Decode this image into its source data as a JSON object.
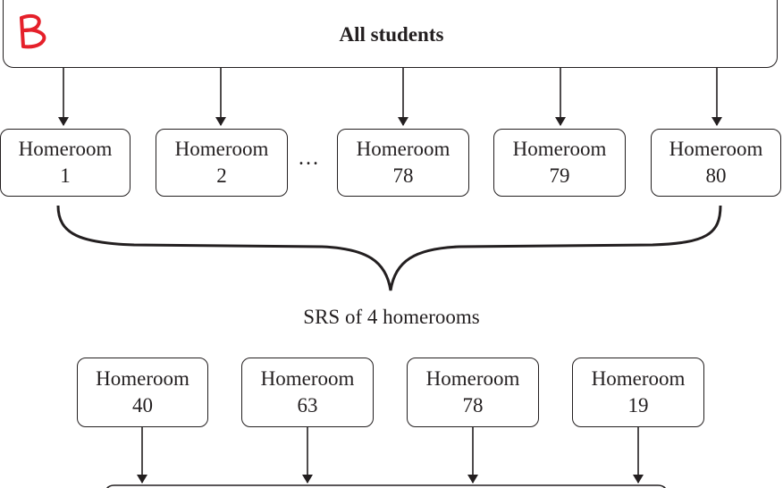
{
  "population": {
    "label": "All students"
  },
  "annotation": {
    "text": "B",
    "color": "#e5202a"
  },
  "homerooms": [
    {
      "line1": "Homeroom",
      "line2": "1"
    },
    {
      "line1": "Homeroom",
      "line2": "2"
    },
    {
      "line1": "Homeroom",
      "line2": "78"
    },
    {
      "line1": "Homeroom",
      "line2": "79"
    },
    {
      "line1": "Homeroom",
      "line2": "80"
    }
  ],
  "ellipsis": "…",
  "srs_label": "SRS of 4 homerooms",
  "selected": [
    {
      "line1": "Homeroom",
      "line2": "40"
    },
    {
      "line1": "Homeroom",
      "line2": "63"
    },
    {
      "line1": "Homeroom",
      "line2": "78"
    },
    {
      "line1": "Homeroom",
      "line2": "19"
    }
  ],
  "colors": {
    "ink": "#231f20",
    "annotation": "#e5202a"
  }
}
